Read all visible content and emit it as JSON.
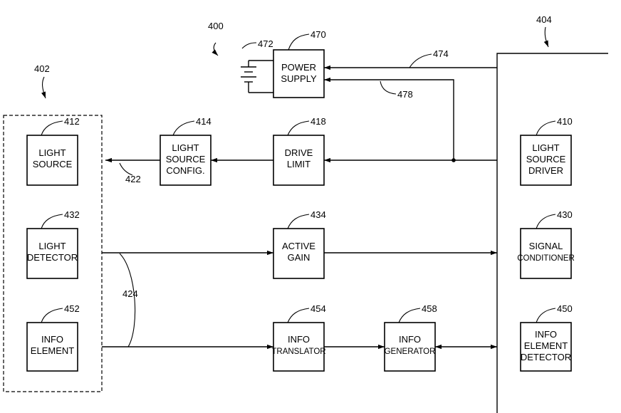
{
  "refs": {
    "system": "400",
    "sensor": "402",
    "monitor": "404",
    "power_supply": "470",
    "battery": "472",
    "power_line": "474",
    "power_line2": "478",
    "light_source": "412",
    "light_source_config": "414",
    "drive_limit": "418",
    "light_source_driver": "410",
    "light_detector": "432",
    "active_gain": "434",
    "signal_conditioner": "430",
    "info_element": "452",
    "info_translator": "454",
    "info_generator": "458",
    "info_element_detector": "450",
    "cable_422": "422",
    "cable_424": "424"
  },
  "blocks": {
    "power_supply": [
      "POWER",
      "SUPPLY"
    ],
    "light_source": [
      "LIGHT",
      "SOURCE"
    ],
    "light_source_config": [
      "LIGHT",
      "SOURCE",
      "CONFIG."
    ],
    "drive_limit": [
      "DRIVE",
      "LIMIT"
    ],
    "light_source_driver": [
      "LIGHT",
      "SOURCE",
      "DRIVER"
    ],
    "light_detector": [
      "LIGHT",
      "DETECTOR"
    ],
    "active_gain": [
      "ACTIVE",
      "GAIN"
    ],
    "signal_conditioner": [
      "SIGNAL",
      "CONDITIONER"
    ],
    "info_element": [
      "INFO",
      "ELEMENT"
    ],
    "info_translator": [
      "INFO",
      "TRANSLATOR"
    ],
    "info_generator": [
      "INFO",
      "GENERATOR"
    ],
    "info_element_detector": [
      "INFO",
      "ELEMENT",
      "DETECTOR"
    ]
  }
}
